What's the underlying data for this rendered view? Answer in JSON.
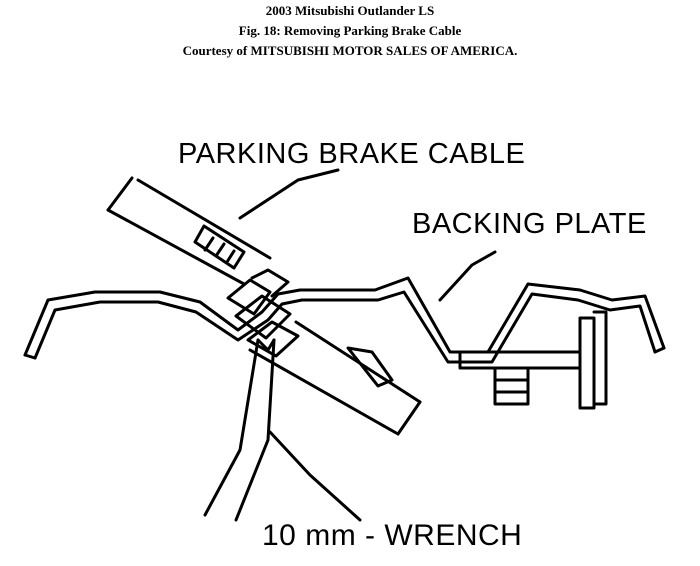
{
  "header": {
    "line1": "2003 Mitsubishi Outlander LS",
    "line2": "Fig. 18: Removing Parking Brake Cable",
    "line3": "Courtesy of MITSUBISHI MOTOR SALES OF AMERICA."
  },
  "labels": {
    "parking_brake_cable": "PARKING BRAKE CABLE",
    "backing_plate": "BACKING PLATE",
    "wrench": "10 mm - WRENCH"
  },
  "colors": {
    "ink": "#000000",
    "background": "#ffffff"
  }
}
